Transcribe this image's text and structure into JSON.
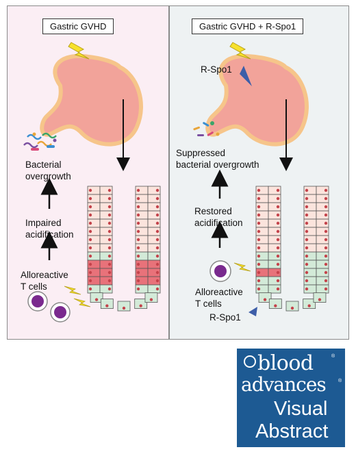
{
  "left_panel": {
    "title": "Gastric GVHD",
    "bacterial": "Bacterial\novergrowth",
    "acid": "Impaired\nacidification",
    "tcells": "Alloreactive\nT cells"
  },
  "right_panel": {
    "title": "Gastric GVHD + R-Spo1",
    "rspo_top": "R-Spo1",
    "bacterial": "Suppressed\nbacterial overgrowth",
    "acid": "Restored\nacidification",
    "tcells": "Alloreactive\nT cells",
    "rspo_bottom": "R-Spo1"
  },
  "logo": {
    "line1": "blood",
    "line2": "advances",
    "line3": "Visual",
    "line4": "Abstract",
    "registered": "®"
  },
  "colors": {
    "left_bg": "#fbeef4",
    "right_bg": "#eef2f3",
    "stomach": "#f2a39a",
    "stomach_outline": "#f6c58a",
    "damaged_cell": "#e8727a",
    "healthy_cell": "#d3ead8",
    "top_cell": "#fbe4dd",
    "nucleus": "#c4434b",
    "lightning": "#f7e12c",
    "tcell": "#7a2a8e",
    "rspo": "#3d5ea8",
    "logo_bg": "#1d5a93"
  }
}
